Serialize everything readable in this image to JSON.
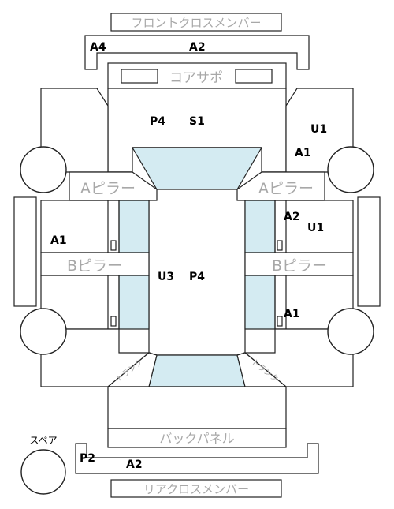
{
  "labels": {
    "front_cross_member": "フロントクロスメンバー",
    "rear_cross_member": "リアクロスメンバー",
    "core_support": "コアサポ",
    "back_panel": "バックパネル",
    "spare": "スペア",
    "pillar_a_left": "Aピラー",
    "pillar_a_right": "Aピラー",
    "pillar_b_left": "Bピラー",
    "pillar_b_right": "Bピラー",
    "trunk_left": "トランク",
    "trunk_right": "トランク"
  },
  "grades": {
    "front_member": "A4",
    "front_member_center": "A2",
    "hood_p": "P4",
    "hood_s": "S1",
    "right_fender_u": "U1",
    "right_fender_a": "A1",
    "left_front_door": "A1",
    "right_front_door_a": "A2",
    "right_front_door_u": "U1",
    "roof_u": "U3",
    "roof_p": "P4",
    "right_rear_door": "A1",
    "rear_member_p": "P2",
    "rear_member_a": "A2"
  },
  "colors": {
    "glass": "#d4ebf2",
    "stroke": "#222222",
    "label_gray": "#a8a8a8"
  }
}
